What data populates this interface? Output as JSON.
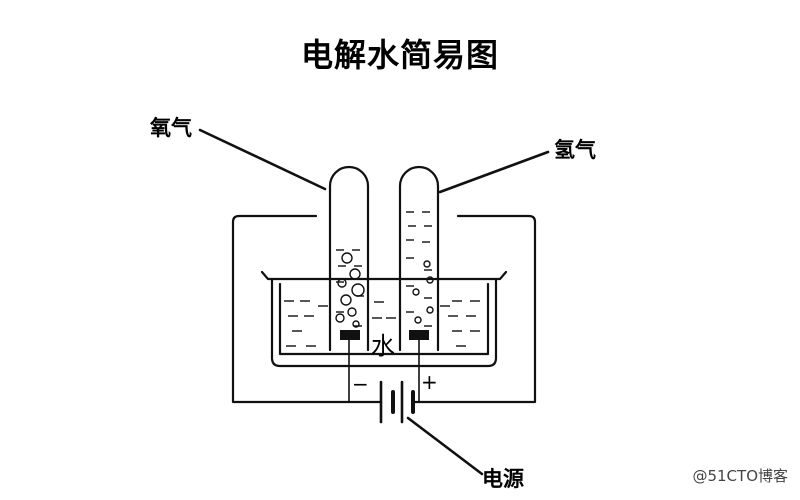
{
  "title": "电解水简易图",
  "labels": {
    "oxygen": "氧气",
    "hydrogen": "氢气",
    "water": "水",
    "power": "电源",
    "minus": "−",
    "plus": "+"
  },
  "watermark": "@51CTO博客",
  "colors": {
    "ink": "#111111",
    "background": "#ffffff"
  }
}
